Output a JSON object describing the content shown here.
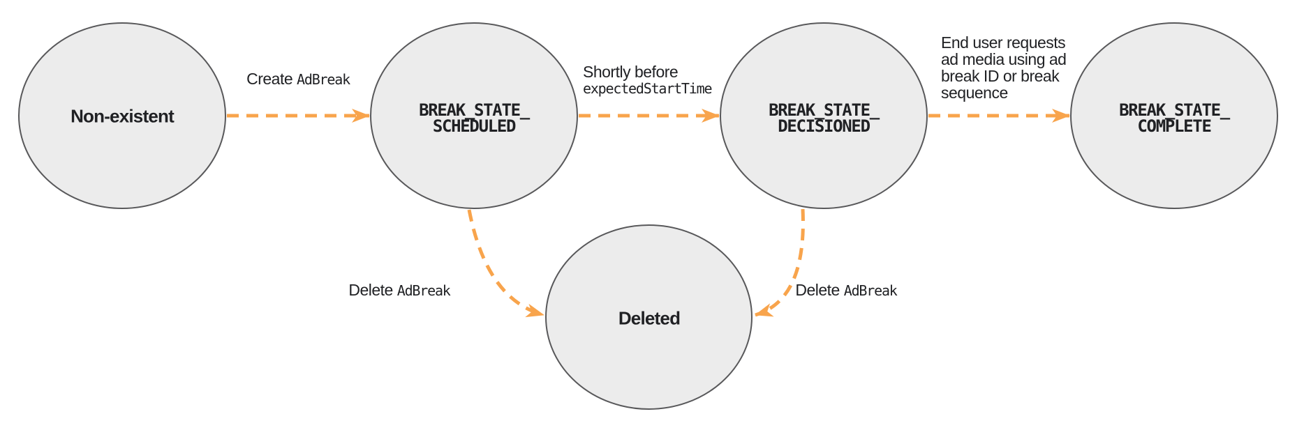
{
  "diagram": {
    "kind": "state-transition-diagram",
    "colors": {
      "arrow": "#F8A44C",
      "node_fill": "#ECECEC",
      "node_border": "#58585A",
      "text": "#202124"
    },
    "states": [
      {
        "id": "non-existent",
        "label": "Non-existent"
      },
      {
        "id": "break-state-scheduled",
        "line1": "BREAK_STATE_",
        "line2": "SCHEDULED"
      },
      {
        "id": "break-state-decisioned",
        "line1": "BREAK_STATE_",
        "line2": "DECISIONED"
      },
      {
        "id": "break-state-complete",
        "line1": "BREAK_STATE_",
        "line2": "COMPLETE"
      },
      {
        "id": "deleted",
        "label": "Deleted"
      }
    ],
    "transitions": [
      {
        "from": "non-existent",
        "to": "break-state-scheduled",
        "label_plain": "Create ",
        "label_code": "AdBreak"
      },
      {
        "from": "break-state-scheduled",
        "to": "break-state-decisioned",
        "label_plain": "Shortly before",
        "label_code": "expectedStartTime"
      },
      {
        "from": "break-state-decisioned",
        "to": "break-state-complete",
        "label_lines": [
          "End user requests",
          "ad media using ad",
          "break ID or break",
          "sequence"
        ]
      },
      {
        "from": "break-state-scheduled",
        "to": "deleted",
        "label_plain": "Delete ",
        "label_code": "AdBreak"
      },
      {
        "from": "break-state-decisioned",
        "to": "deleted",
        "label_plain": "Delete ",
        "label_code": "AdBreak"
      }
    ]
  }
}
